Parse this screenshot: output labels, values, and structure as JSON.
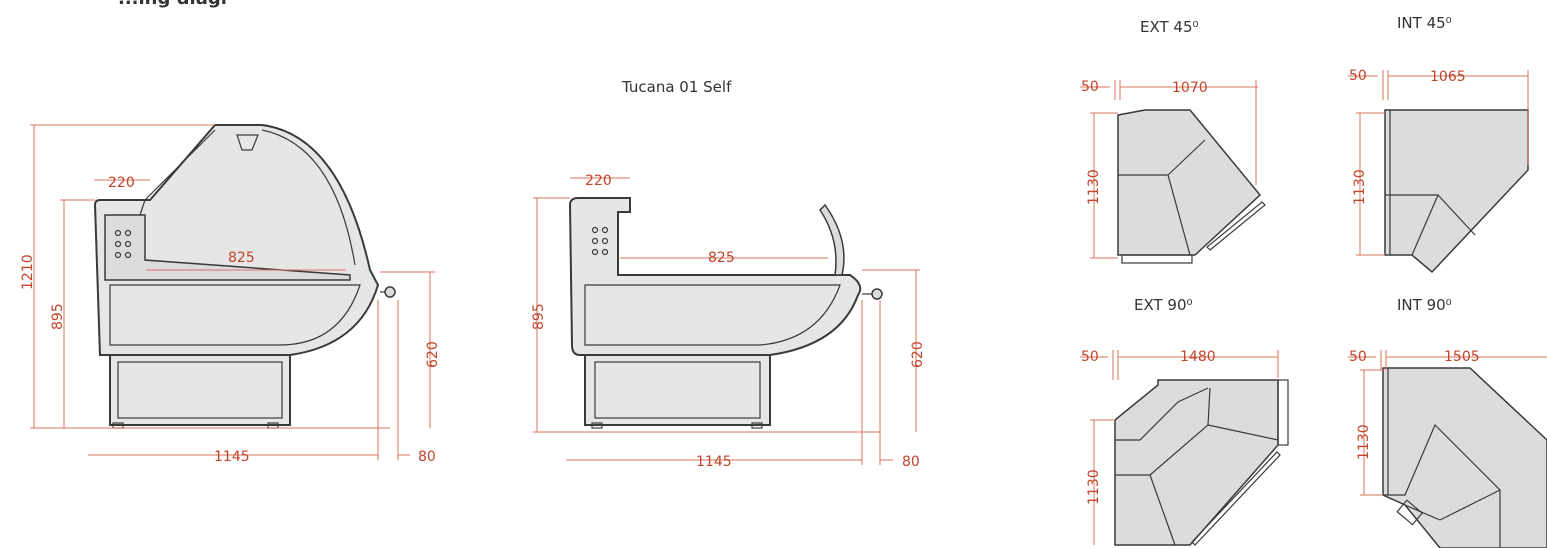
{
  "heading_partial": "...ing diagr",
  "views": [
    {
      "title": "",
      "dims": {
        "total_h": "1210",
        "h": "895",
        "shelf": "220",
        "inner": "825",
        "counter": "620",
        "width": "1145",
        "depth": "80"
      }
    },
    {
      "title": "Tucana 01 Self",
      "dims": {
        "h": "895",
        "shelf": "220",
        "inner": "825",
        "counter": "620",
        "width": "1145",
        "depth": "80"
      }
    }
  ],
  "corners": [
    {
      "title": "EXT 45⁰",
      "w": "1070",
      "side": "50",
      "h": "1130"
    },
    {
      "title": "INT 45⁰",
      "w": "1065",
      "side": "50",
      "h": "1130"
    },
    {
      "title": "EXT 90⁰",
      "w": "1480",
      "side": "50",
      "h": "1130"
    },
    {
      "title": "INT 90⁰",
      "w": "1505",
      "side": "50",
      "h": "1130"
    }
  ]
}
